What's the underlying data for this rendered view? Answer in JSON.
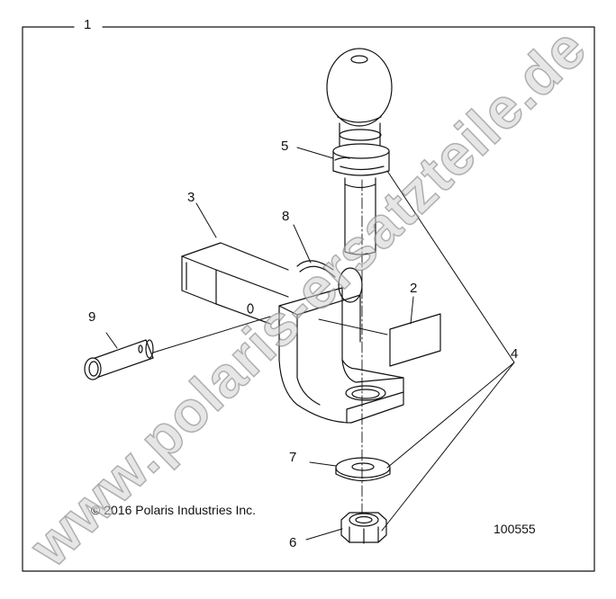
{
  "labels": {
    "assembly": "1",
    "label_decal": "2",
    "receiver": "3",
    "kit": "4",
    "ball": "5",
    "nut": "6",
    "washer": "7",
    "clip": "8",
    "pin": "9"
  },
  "copyright": "© 2016 Polaris Industries Inc.",
  "part_number": "100555",
  "watermark": "www.polaris-ersatzteile.de"
}
